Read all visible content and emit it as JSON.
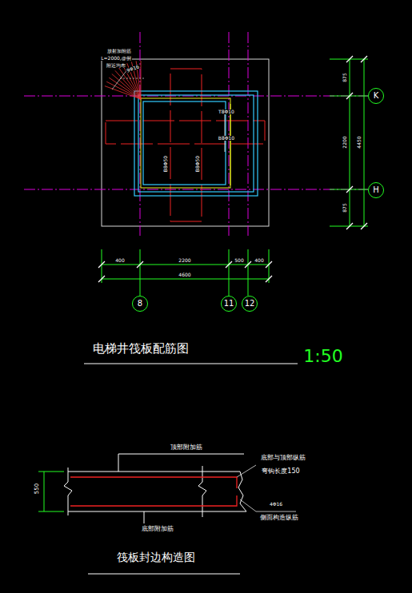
{
  "diagram": {
    "nodes": [
      {
        "text": [
          "K"
        ]
      },
      {
        "text": [
          "H"
        ]
      },
      {
        "text": [
          "8"
        ]
      },
      {
        "text": [
          "11"
        ]
      },
      {
        "text": [
          "12"
        ]
      }
    ],
    "labels": [
      "放射加附筋",
      "L=2000,@例",
      "附近均布",
      "9Φ16",
      "T8Φ10",
      "B8Φ10",
      "B8Φ50",
      "B8Φ50",
      "875",
      "2200",
      "875",
      "4450",
      "400",
      "2200",
      "500",
      "400",
      "4600",
      "电梯井筏板配筋图",
      "1:50",
      "顶部附加筋",
      "底部附加筋",
      "550",
      "底部与顶部纵筋",
      "弯钩长度150",
      "4Φ16",
      "侧面构造纵筋",
      "筏板封边构造图"
    ]
  }
}
